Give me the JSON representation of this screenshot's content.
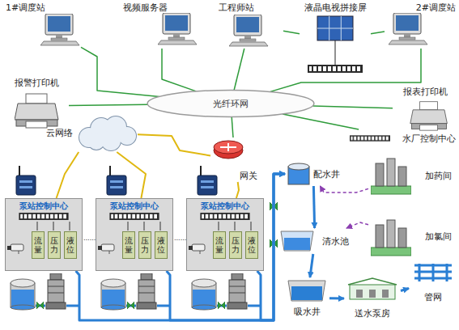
{
  "diagram": {
    "nodes": [
      {
        "text": [
          "1#调度站"
        ]
      },
      {
        "text": [
          "视频服务器"
        ]
      },
      {
        "text": [
          "工程师站"
        ]
      },
      {
        "text": [
          "液晶电视拼接屏"
        ]
      },
      {
        "text": [
          "2#调度站"
        ]
      },
      {
        "text": [
          "报警打印机"
        ]
      },
      {
        "text": [
          "光纤环网"
        ]
      },
      {
        "text": [
          "报表打印机"
        ]
      },
      {
        "text": [
          "云网络"
        ]
      },
      {
        "text": [
          "网关"
        ]
      },
      {
        "text": [
          "水厂控制中心"
        ]
      },
      {
        "text": [
          "泵站控制中心"
        ]
      },
      {
        "text": [
          "流量"
        ],
        "in": 11
      },
      {
        "text": [
          "压力"
        ],
        "in": 11
      },
      {
        "text": [
          "液位"
        ],
        "in": 11
      },
      {
        "text": [
          "泵站控制中心"
        ]
      },
      {
        "text": [
          "流量"
        ],
        "in": 15
      },
      {
        "text": [
          "压力"
        ],
        "in": 15
      },
      {
        "text": [
          "液位"
        ],
        "in": 15
      },
      {
        "text": [
          "泵站控制中心"
        ]
      },
      {
        "text": [
          "流量"
        ],
        "in": 19
      },
      {
        "text": [
          "压力"
        ],
        "in": 19
      },
      {
        "text": [
          "液位"
        ],
        "in": 19
      },
      {
        "text": [
          "配水井"
        ]
      },
      {
        "text": [
          "清水池"
        ]
      },
      {
        "text": [
          "吸水井"
        ]
      },
      {
        "text": [
          "送水泵房"
        ]
      },
      {
        "text": [
          "管网"
        ]
      },
      {
        "text": [
          "加药间"
        ]
      },
      {
        "text": [
          "加氯间"
        ]
      }
    ],
    "edges": [
      {
        "from": 0,
        "to": 6,
        "arrow": "none"
      },
      {
        "from": 1,
        "to": 6,
        "arrow": "none"
      },
      {
        "from": 2,
        "to": 6,
        "arrow": "none"
      },
      {
        "from": 4,
        "to": 6,
        "arrow": "none"
      },
      {
        "from": 2,
        "to": 3,
        "arrow": "none"
      },
      {
        "from": 4,
        "to": 3,
        "arrow": "none"
      },
      {
        "from": 5,
        "to": 6,
        "arrow": "none"
      },
      {
        "from": 7,
        "to": 6,
        "arrow": "none"
      },
      {
        "from": 10,
        "to": 6,
        "arrow": "none"
      },
      {
        "from": 9,
        "to": 6,
        "arrow": "none"
      },
      {
        "from": 8,
        "to": 9,
        "arrow": "none"
      },
      {
        "from": 11,
        "to": 8,
        "arrow": "none"
      },
      {
        "from": 15,
        "to": 8,
        "arrow": "none"
      },
      {
        "from": 19,
        "to": 9,
        "arrow": "none"
      },
      {
        "from": 11,
        "to": 23,
        "arrow": "to"
      },
      {
        "from": 15,
        "to": 23,
        "arrow": "to"
      },
      {
        "from": 19,
        "to": 23,
        "arrow": "to"
      },
      {
        "from": 23,
        "to": 24,
        "arrow": "to"
      },
      {
        "from": 24,
        "to": 25,
        "arrow": "to"
      },
      {
        "from": 25,
        "to": 26,
        "arrow": "to"
      },
      {
        "from": 26,
        "to": 27,
        "arrow": "to"
      },
      {
        "from": 28,
        "to": 23,
        "arrow": "to"
      },
      {
        "from": 29,
        "to": 24,
        "arrow": "to"
      }
    ],
    "labels": [
      "......",
      "......"
    ]
  }
}
